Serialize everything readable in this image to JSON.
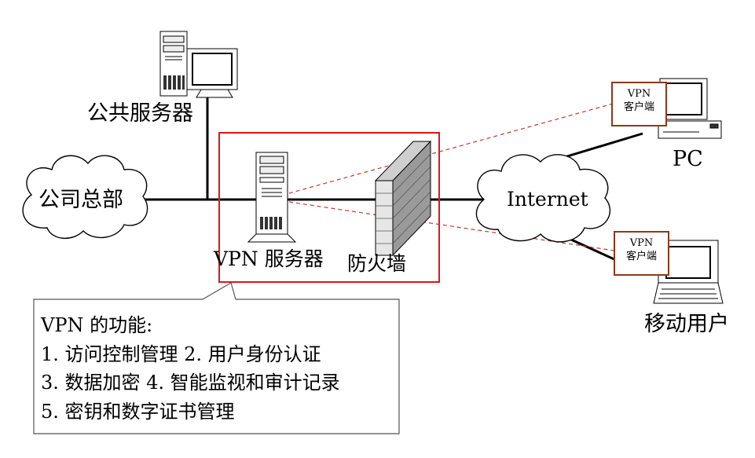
{
  "labels": {
    "public_servers": "公共服务器",
    "headquarters": "公司总部",
    "vpn_server": "VPN 服务器",
    "firewall": "防火墙",
    "internet": "Internet",
    "pc": "PC",
    "mobile_user": "移动用户"
  },
  "vpn_client_boxes": [
    {
      "line1": "VPN",
      "line2": "客户端"
    },
    {
      "line1": "VPN",
      "line2": "客户端"
    }
  ],
  "callout": {
    "title": "VPN 的功能:",
    "lines": [
      "1. 访问控制管理 2. 用户身份认证",
      "3. 数据加密 4. 智能监视和审计记录",
      "5. 密钥和数字证书管理"
    ]
  },
  "colors": {
    "highlight_box": "#e0151a",
    "tunnel_line": "#c0392b",
    "client_box_border": "#8b3a1a",
    "line": "#000000"
  }
}
